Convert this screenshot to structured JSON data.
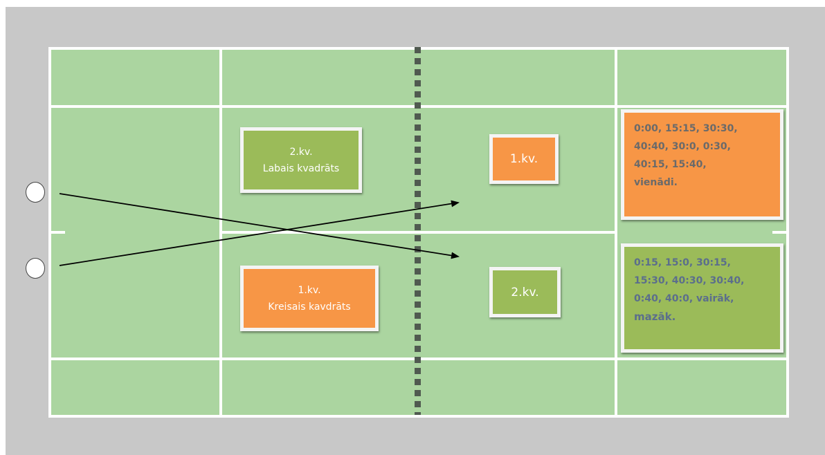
{
  "boxes": {
    "left_top": {
      "line1": "2.kv.",
      "line2": "Labais kvadrāts",
      "color": "#9bbb59"
    },
    "left_bottom": {
      "line1": "1.kv.",
      "line2": "Kreisais kavdrāts",
      "color": "#f79646"
    },
    "right_top": {
      "label": "1.kv.",
      "color": "#f79646"
    },
    "right_bottom": {
      "label": "2.kv.",
      "color": "#9bbb59"
    }
  },
  "scores": {
    "orange_lines": [
      "0:00, 15:15, 30:30,",
      "40:40, 30:0, 0:30,",
      "40:15, 15:40,",
      "vienādi."
    ],
    "green_lines": [
      "0:15, 15:0, 30:15,",
      "15:30, 40:30, 30:40,",
      "0:40, 40:0, vairāk,",
      "mazāk."
    ]
  },
  "colors": {
    "court": "#abd5a0",
    "lines": "#ffffff",
    "net": "#505a50",
    "orange": "#f79646",
    "green": "#9bbb59",
    "background": "#c8c8c8"
  }
}
